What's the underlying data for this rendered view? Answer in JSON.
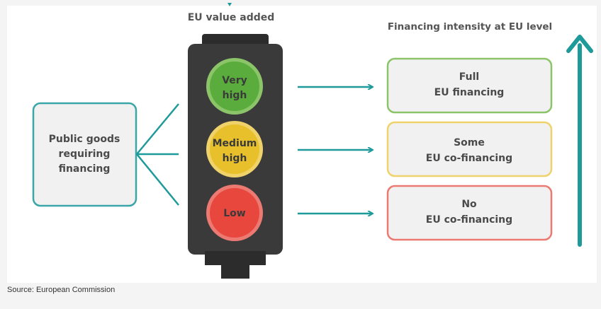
{
  "colors": {
    "teal": "#1f9a9a",
    "panel_border": "#3aa6a8",
    "box_fill": "#f0f0f0",
    "text": "#4a4a4a",
    "light_body": "#3a3a3a",
    "light_body_dark": "#2c2c2c",
    "green": "#5aad3c",
    "green_border": "#8cc46a",
    "yellow": "#e7c02c",
    "yellow_border": "#efd36a",
    "red": "#e8473d",
    "red_border": "#ec7a72"
  },
  "header": {
    "eu_value_added": "EU value added",
    "financing_intensity": "Financing intensity at EU level"
  },
  "public_goods": {
    "line1": "Public goods",
    "line2": "requiring",
    "line3": "financing"
  },
  "lights": [
    {
      "line1": "Very",
      "line2": "high",
      "color": "green"
    },
    {
      "line1": "Medium",
      "line2": "high",
      "color": "yellow"
    },
    {
      "line1": "Low",
      "line2": "",
      "color": "red"
    }
  ],
  "outcomes": [
    {
      "line1": "Full",
      "line2": "EU financing",
      "color": "green"
    },
    {
      "line1": "Some",
      "line2": "EU co-financing",
      "color": "yellow"
    },
    {
      "line1": "No",
      "line2": "EU co-financing",
      "color": "red"
    }
  ],
  "source": "Source: European Commission"
}
